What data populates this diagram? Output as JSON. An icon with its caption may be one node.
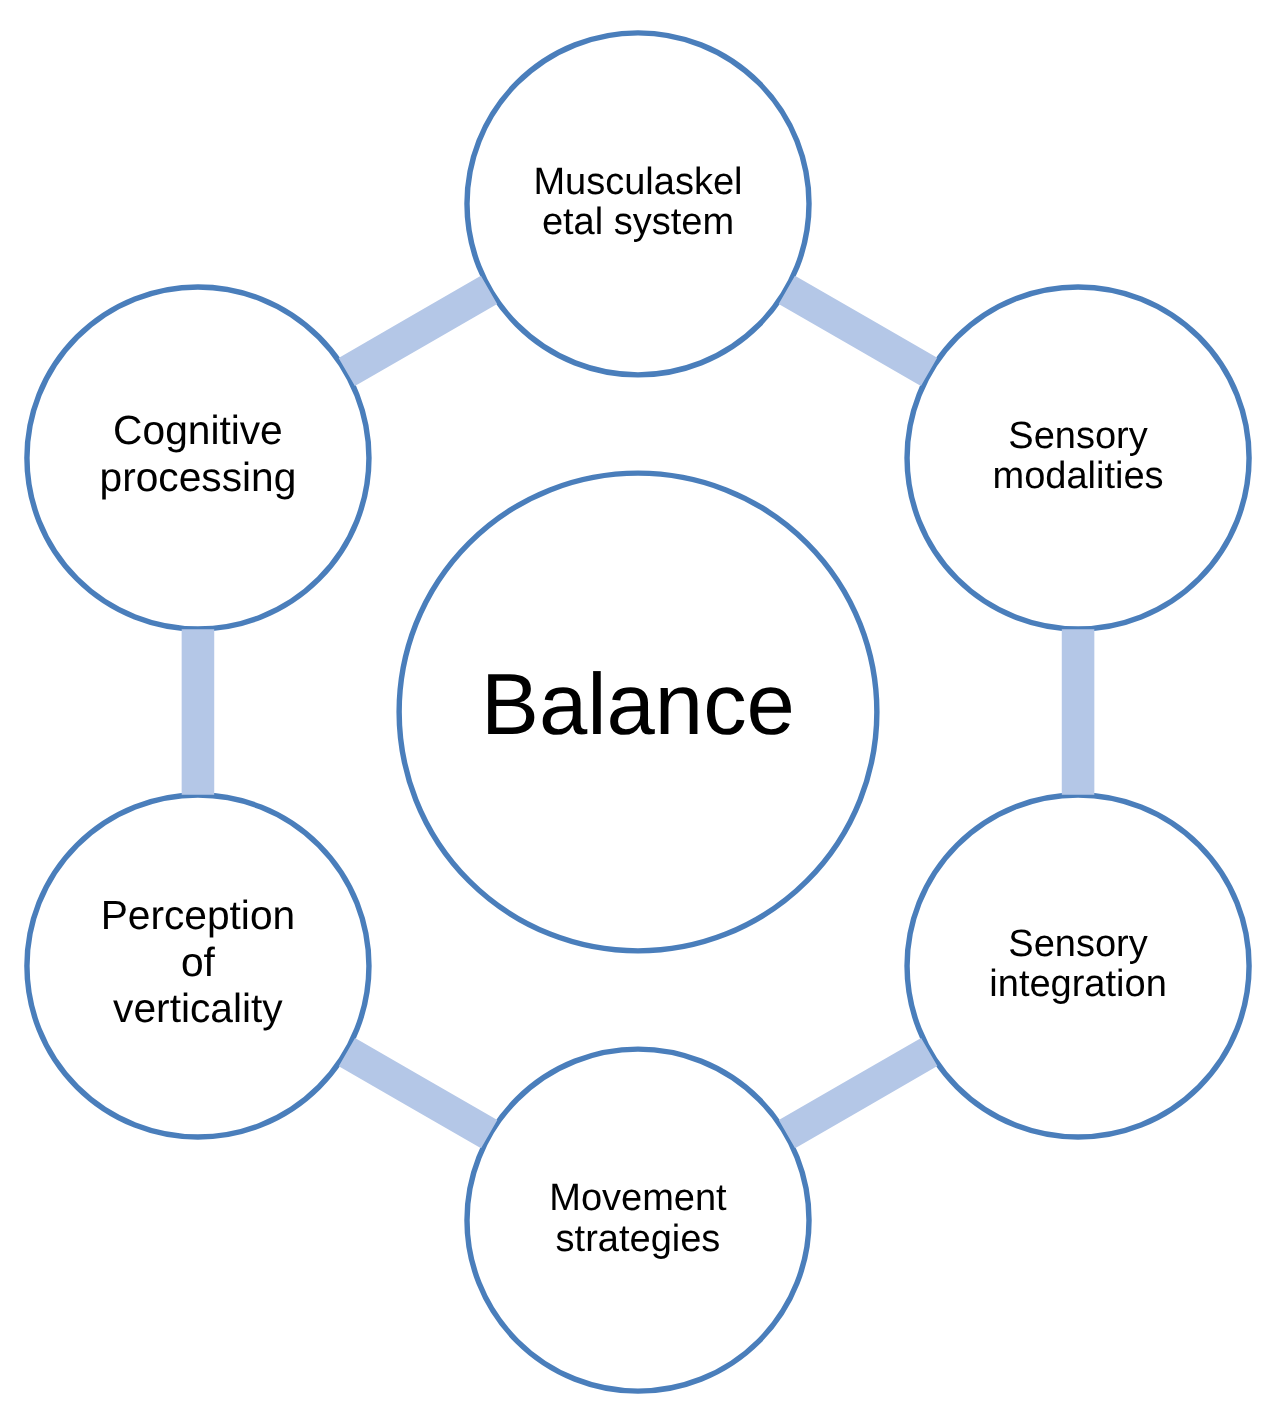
{
  "diagram": {
    "nodes": [
      {
        "text": [
          "Sensory modalities"
        ]
      },
      {
        "text": [
          "Sensory integration"
        ]
      },
      {
        "text": [
          "Musculaskel etal system"
        ]
      },
      {
        "text": [
          "Balance"
        ]
      },
      {
        "text": [
          "Cognitive processing"
        ]
      },
      {
        "text": [
          "Movement strategies"
        ]
      },
      {
        "text": [
          "Perception of verticality"
        ]
      }
    ],
    "edges": [
      {
        "from": 0,
        "to": 2,
        "arrow": "none"
      },
      {
        "from": 2,
        "to": 4,
        "arrow": "none"
      },
      {
        "from": 4,
        "to": 6,
        "arrow": "none"
      },
      {
        "from": 6,
        "to": 5,
        "arrow": "none"
      },
      {
        "from": 5,
        "to": 1,
        "arrow": "none"
      },
      {
        "from": 1,
        "to": 0,
        "arrow": "none"
      }
    ]
  }
}
